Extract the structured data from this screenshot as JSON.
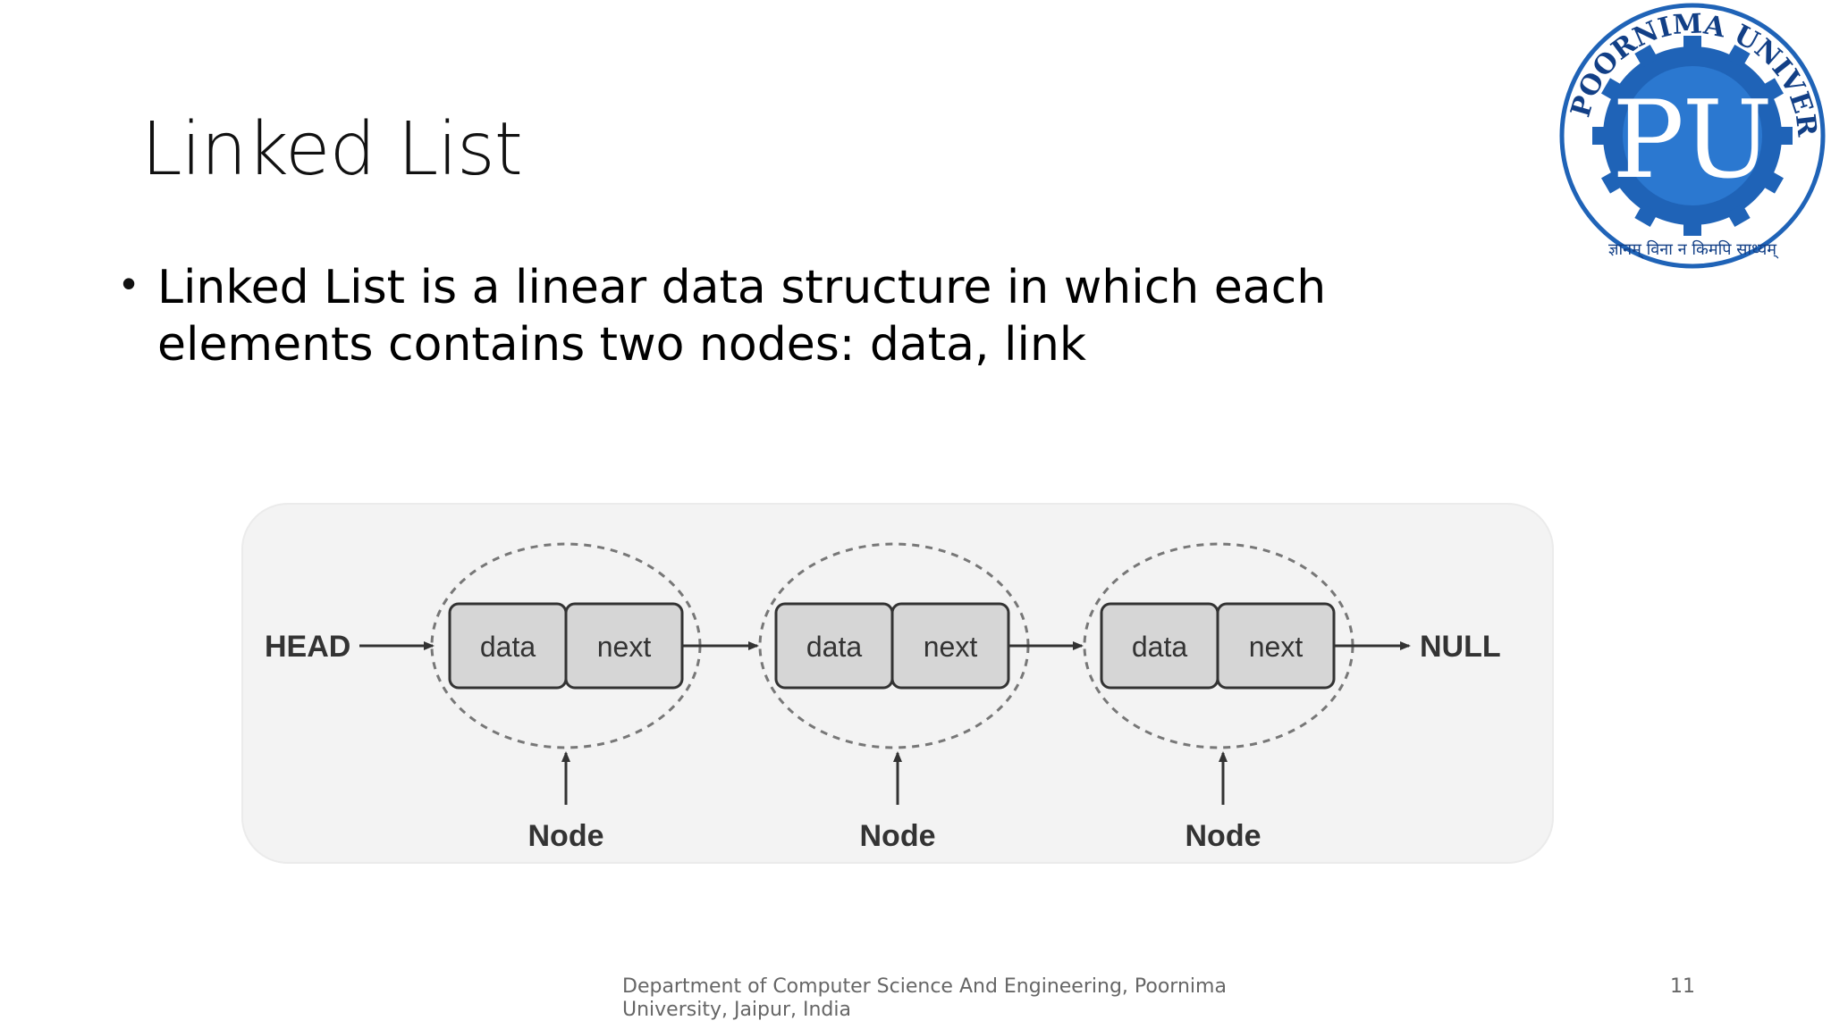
{
  "slide": {
    "title": "Linked List",
    "bullet": "Linked List is a linear data structure in which each elements contains two nodes: data, link",
    "footer": "Department of Computer Science And Engineering, Poornima University, Jaipur, India",
    "page_number": "11"
  },
  "logo": {
    "ring_text": "POORNIMA UNIVERSITY",
    "motto": "ज्ञानम् विना न किमपि साध्यम्",
    "monogram": "PU",
    "colors": {
      "blue": "#1f63b7",
      "dark_blue": "#123f86",
      "white": "#ffffff"
    }
  },
  "diagram": {
    "head_label": "HEAD",
    "null_label": "NULL",
    "nodes": [
      {
        "data_label": "data",
        "next_label": "next",
        "node_label": "Node"
      },
      {
        "data_label": "data",
        "next_label": "next",
        "node_label": "Node"
      },
      {
        "data_label": "data",
        "next_label": "next",
        "node_label": "Node"
      }
    ],
    "colors": {
      "cell_fill": "#d6d6d6",
      "cell_stroke": "#333333",
      "text": "#333333",
      "dash": "#777777"
    }
  }
}
